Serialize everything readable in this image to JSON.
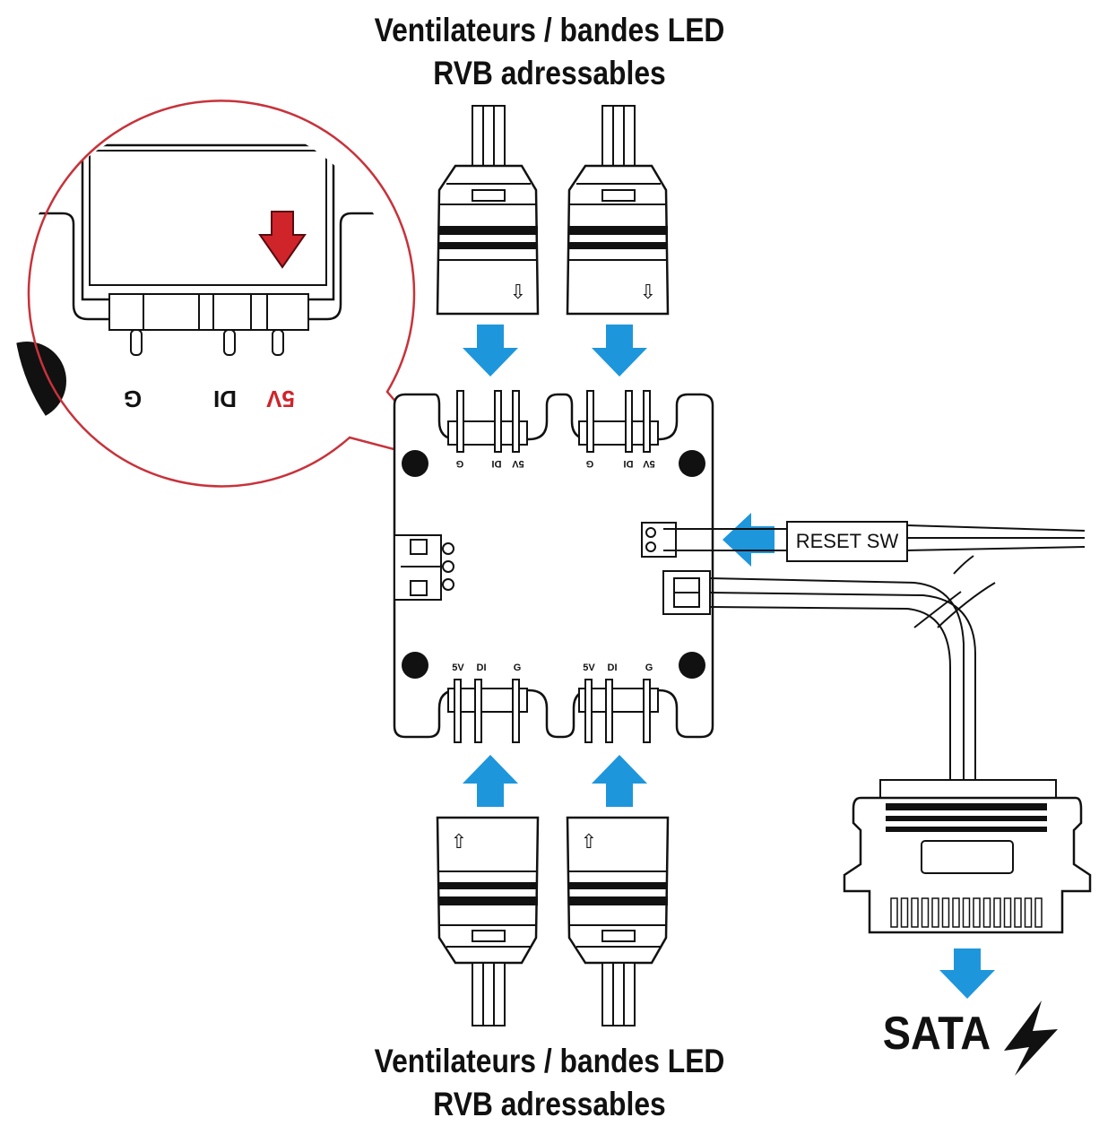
{
  "titles": {
    "top_line1": "Ventilateurs / bandes LED",
    "top_line2": "RVB adressables",
    "bottom_line1": "Ventilateurs / bandes LED",
    "bottom_line2": "RVB adressables"
  },
  "pin_labels": {
    "ground": "G",
    "data": "DI",
    "power": "5V"
  },
  "reset_label": "RESET SW",
  "sata_label": "SATA",
  "colors": {
    "flow_arrow": "#1e96dc",
    "alert_red": "#d0242b",
    "zoom_circle": "#c8323a",
    "line": "#111111"
  },
  "icons": [
    "down-arrow-icon",
    "up-arrow-icon",
    "lightning-bolt-icon"
  ]
}
